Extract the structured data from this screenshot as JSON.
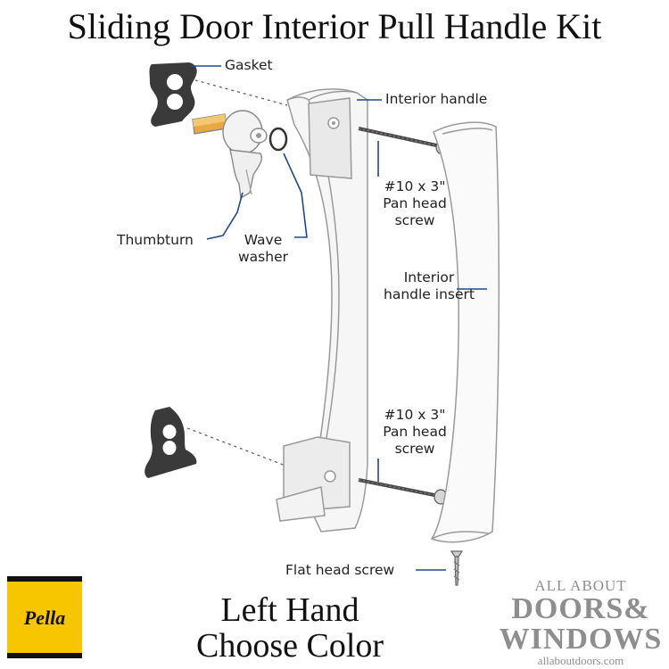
{
  "title": "Sliding Door Interior Pull Handle Kit",
  "labels": {
    "gasket": "Gasket",
    "interior_handle": "Interior handle",
    "screw_top": [
      "#10 x 3\"",
      "Pan head",
      "screw"
    ],
    "thumbturn": "Thumbturn",
    "wave_washer": [
      "Wave",
      "washer"
    ],
    "interior_handle_insert": [
      "Interior",
      "handle insert"
    ],
    "screw_bottom": [
      "#10 x 3\"",
      "Pan head",
      "screw"
    ],
    "flat_head_screw": "Flat head screw"
  },
  "subtitle": [
    "Left Hand",
    "Choose Color"
  ],
  "logo": {
    "text": "Pella",
    "color": "#f7c600"
  },
  "brand": {
    "line1": "ALL ABOUT",
    "line2": "DOORS&",
    "line3": "WINDOWS",
    "line4": "allaboutdoors.com",
    "color": "#8e8e8e"
  },
  "colors": {
    "callout_line": "#1f4a8a",
    "part_outline": "#888888",
    "gasket": "#3a3a3a"
  }
}
